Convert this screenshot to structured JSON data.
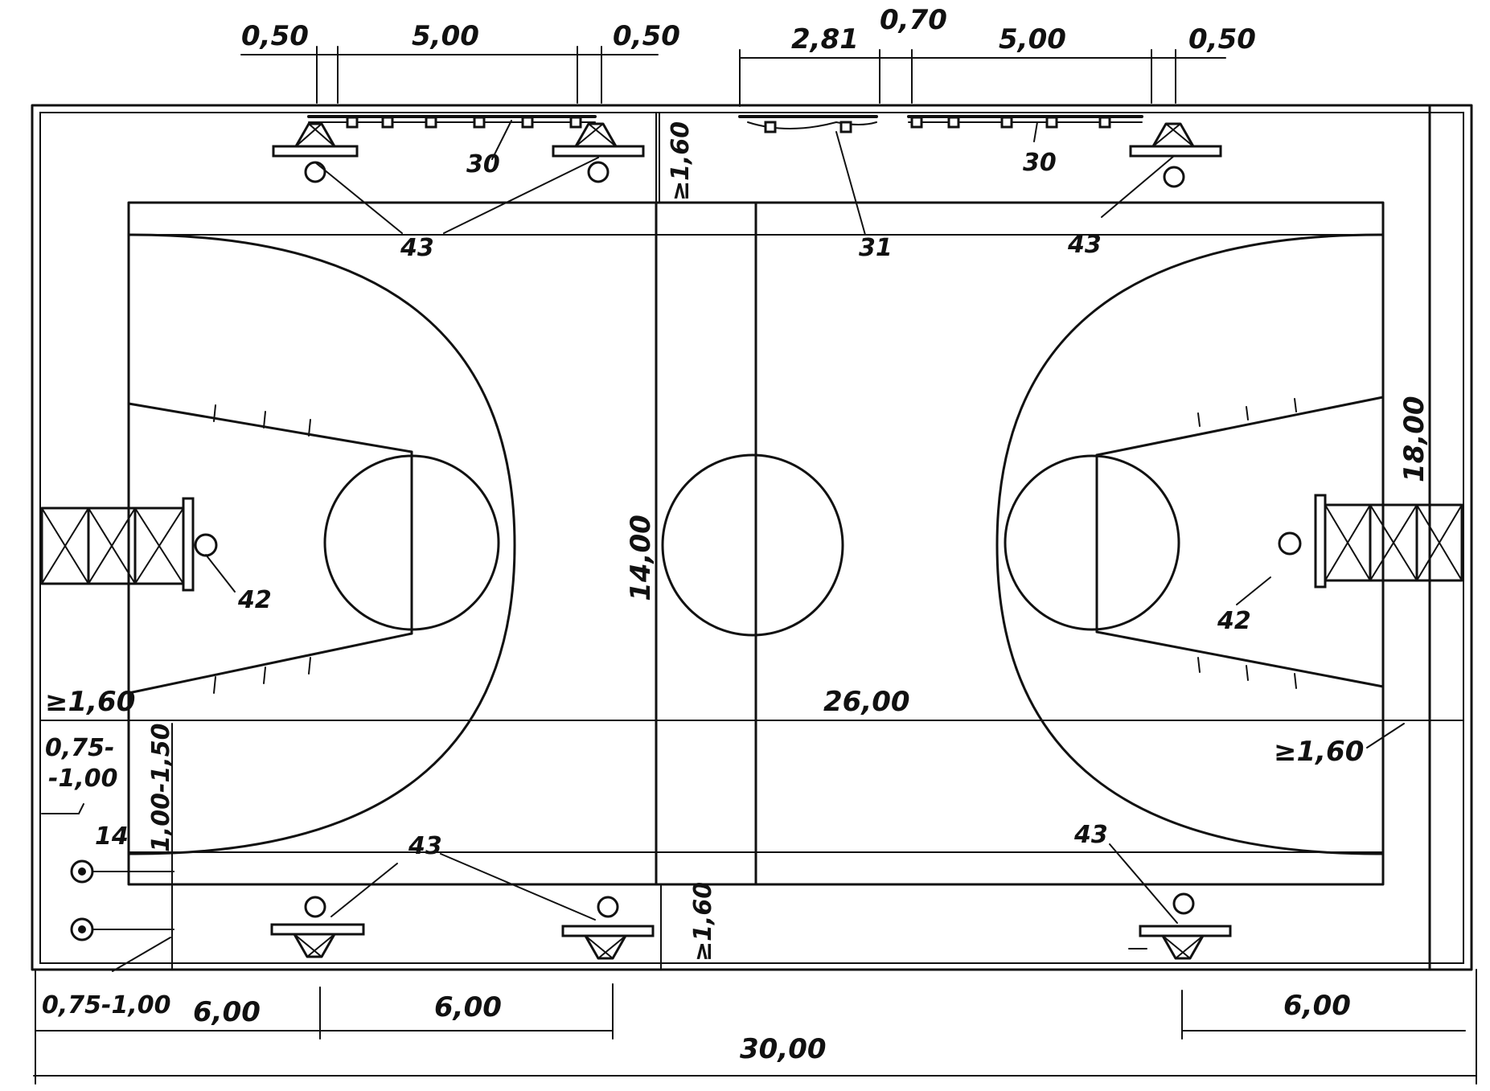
{
  "dimensions": {
    "top_left_a": "0,50",
    "top_left_b": "5,00",
    "top_left_c": "0,50",
    "top_right_a": "2,81",
    "top_right_b": "0,70",
    "top_right_c": "5,00",
    "top_right_d": "0,50",
    "sideline_clearance_top": "≥1,60",
    "sideline_clearance_bottom": "≥1,60",
    "court_width": "14,00",
    "court_length": "26,00",
    "hall_width": "18,00",
    "end_clearance_left": "≥1,60",
    "end_clearance_right": "≥1,60",
    "left_range_a": "0,75-",
    "left_range_b": "-1,00",
    "left_range_vertical": "1,00-1,50",
    "bottom_left_range": "0,75-1,00",
    "bottom_6_a": "6,00",
    "bottom_6_b": "6,00",
    "bottom_6_c": "6,00",
    "total_length": "30,00"
  },
  "callouts": {
    "bench_left": "30",
    "bench_right": "30",
    "scorer_table": "31",
    "stand_top_left": "43",
    "stand_top_right": "43",
    "stand_bottom_left": "43",
    "stand_bottom_right": "43",
    "basket_left": "42",
    "basket_right": "42",
    "post": "14"
  }
}
